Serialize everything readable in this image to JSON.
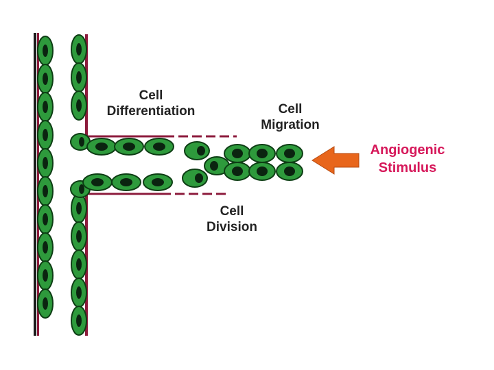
{
  "labels": {
    "differentiation": {
      "line1": "Cell",
      "line2": "Differentiation"
    },
    "migration": {
      "line1": "Cell",
      "line2": "Migration"
    },
    "division": {
      "line1": "Cell",
      "line2": "Division"
    },
    "stimulus": {
      "line1": "Angiogenic",
      "line2": "Stimulus"
    }
  },
  "colors": {
    "cell_fill": "#2e9a3c",
    "cell_stroke": "#0d3d14",
    "nucleus": "#0b2410",
    "wall_dark": "#1a1a1a",
    "wall_red": "#8c1b3c",
    "arrow": "#e8661c",
    "stimulus_text": "#d6185a"
  }
}
